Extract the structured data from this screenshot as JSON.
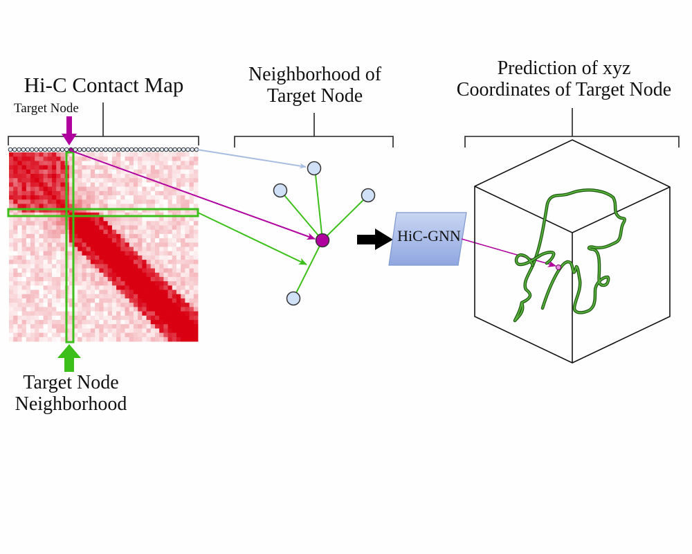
{
  "figure": {
    "panels": [
      {
        "id": "hic-map",
        "title": "Hi-C Contact Map",
        "target_label": "Target Node",
        "neighborhood_label_line1": "Target Node",
        "neighborhood_label_line2": "Neighborhood",
        "node_count": 44,
        "target_index": 14,
        "heatmap_color": "#d90012",
        "highlight_color": "#3cbf1a"
      },
      {
        "id": "neighborhood",
        "title_line1": "Neighborhood of",
        "title_line2": "Target Node",
        "neighbor_count": 4,
        "target_color": "#b0009e",
        "neighbor_color": "#cfe0f7",
        "edge_color": "#3cbf1a"
      },
      {
        "id": "model",
        "label": "HiC-GNN",
        "fill_color": "#a9bde8"
      },
      {
        "id": "prediction",
        "title_line1": "Prediction of xyz",
        "title_line2": "Coordinates of Target Node",
        "structure_color": "#2f8a1f"
      }
    ],
    "colors": {
      "link_blue": "#a8bde0",
      "link_magenta": "#b0009e",
      "link_green": "#3cbf1a",
      "ink": "#111111"
    }
  }
}
